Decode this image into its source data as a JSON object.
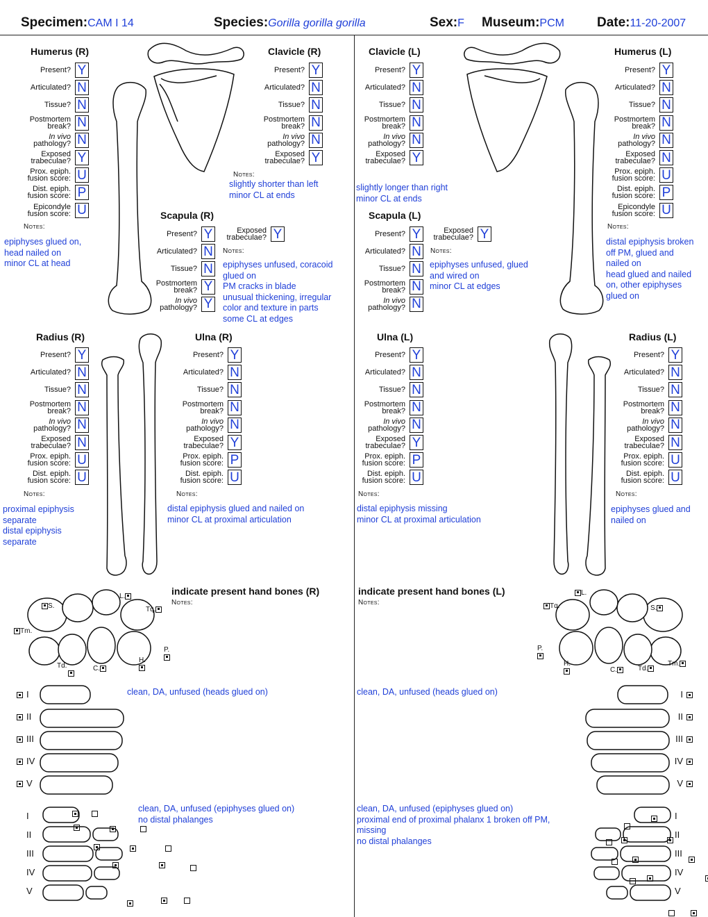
{
  "header": {
    "specimen_label": "Specimen:",
    "specimen": "CAM I 14",
    "species_label": "Species:",
    "species": "Gorilla gorilla gorilla",
    "sex_label": "Sex:",
    "sex": "F",
    "museum_label": "Museum:",
    "museum": "PCM",
    "date_label": "Date:",
    "date": "11-20-2007"
  },
  "labels": {
    "present": "Present?",
    "articulated": "Articulated?",
    "tissue": "Tissue?",
    "postmortem_1": "Postmortem",
    "postmortem_2": "break?",
    "invivo_1": "In vivo",
    "invivo_2": "pathology?",
    "exposed_1": "Exposed",
    "exposed_2": "trabeculae?",
    "prox_1": "Prox. epiph.",
    "prox_2": "fusion score:",
    "dist_1": "Dist. epiph.",
    "dist_2": "fusion score:",
    "epic_1": "Epicondyle",
    "epic_2": "fusion score:",
    "notes": "Notes:"
  },
  "humerus_r": {
    "title": "Humerus (R)",
    "present": "Y",
    "articulated": "N",
    "tissue": "N",
    "postmortem": "N",
    "invivo": "N",
    "exposed": "Y",
    "prox": "U",
    "dist": "P",
    "epic": "U",
    "notes": "epiphyses glued on,\nhead nailed on\nminor CL at head"
  },
  "clavicle_r": {
    "title": "Clavicle (R)",
    "present": "Y",
    "articulated": "N",
    "tissue": "N",
    "postmortem": "N",
    "invivo": "N",
    "exposed": "Y",
    "notes": "slightly shorter than left\nminor CL at ends"
  },
  "scapula_r": {
    "title": "Scapula (R)",
    "present": "Y",
    "articulated": "N",
    "tissue": "N",
    "postmortem": "Y",
    "invivo": "Y",
    "exposed": "Y",
    "notes": "epiphyses unfused, coracoid\nglued on\nPM cracks in blade\nunusual thickening, irregular\ncolor and texture in parts\nsome CL at edges"
  },
  "clavicle_l": {
    "title": "Clavicle (L)",
    "present": "Y",
    "articulated": "N",
    "tissue": "N",
    "postmortem": "N",
    "invivo": "N",
    "exposed": "Y",
    "notes": "slightly longer than right\nminor CL at ends"
  },
  "scapula_l": {
    "title": "Scapula (L)",
    "present": "Y",
    "articulated": "N",
    "tissue": "N",
    "postmortem": "N",
    "invivo": "N",
    "exposed": "Y",
    "notes": "epiphyses unfused, glued\nand wired on\nminor CL at edges"
  },
  "humerus_l": {
    "title": "Humerus (L)",
    "present": "Y",
    "articulated": "N",
    "tissue": "N",
    "postmortem": "N",
    "invivo": "N",
    "exposed": "N",
    "prox": "U",
    "dist": "P",
    "epic": "U",
    "notes": "distal epiphysis broken\noff PM, glued and\nnailed on\nhead glued and nailed\non, other epiphyses\nglued on"
  },
  "radius_r": {
    "title": "Radius (R)",
    "present": "Y",
    "articulated": "N",
    "tissue": "N",
    "postmortem": "N",
    "invivo": "N",
    "exposed": "N",
    "prox": "U",
    "dist": "U",
    "notes": "proximal epiphysis\nseparate\ndistal epiphysis\nseparate"
  },
  "ulna_r": {
    "title": "Ulna (R)",
    "present": "Y",
    "articulated": "N",
    "tissue": "N",
    "postmortem": "N",
    "invivo": "N",
    "exposed": "Y",
    "prox": "P",
    "dist": "U",
    "notes": "distal epiphysis glued and nailed on\nminor CL at proximal articulation"
  },
  "ulna_l": {
    "title": "Ulna (L)",
    "present": "Y",
    "articulated": "N",
    "tissue": "N",
    "postmortem": "N",
    "invivo": "N",
    "exposed": "Y",
    "prox": "P",
    "dist": "U",
    "notes": "distal epiphysis missing\nminor CL at proximal articulation"
  },
  "radius_l": {
    "title": "Radius (L)",
    "present": "Y",
    "articulated": "N",
    "tissue": "N",
    "postmortem": "N",
    "invivo": "N",
    "exposed": "N",
    "prox": "U",
    "dist": "U",
    "notes": "epiphyses glued and\nnailed on"
  },
  "hand_r": {
    "title": "indicate present hand bones (R)",
    "notes_label": "Notes:",
    "carpals": {
      "s": "S.",
      "l": "L.",
      "tq": "Tq.",
      "tm": "Tm.",
      "p": "P.",
      "td": "Td.",
      "c": "C.",
      "h": "H."
    },
    "metacarpals": [
      "I",
      "II",
      "III",
      "IV",
      "V"
    ],
    "metacarpal_notes": "clean, DA, unfused (heads glued on)",
    "phalanges": [
      "I",
      "II",
      "III",
      "IV",
      "V"
    ],
    "phalanx_notes": "clean, DA, unfused (epiphyses glued on)\nno distal phalanges"
  },
  "hand_l": {
    "title": "indicate present hand bones (L)",
    "notes_label": "Notes:",
    "carpals": {
      "s": "S.",
      "l": "L.",
      "tq": "Tq.",
      "tm": "Tm.",
      "p": "P.",
      "td": "Td.",
      "c": "C.",
      "h": "H."
    },
    "metacarpals": [
      "I",
      "II",
      "III",
      "IV",
      "V"
    ],
    "metacarpal_notes": "clean, DA, unfused (heads glued on)",
    "phalanges": [
      "I",
      "II",
      "III",
      "IV",
      "V"
    ],
    "phalanx_notes": "clean, DA, unfused (epiphyses glued on)\nproximal end of proximal phalanx 1 broken off PM,\nmissing\nno distal phalanges"
  }
}
